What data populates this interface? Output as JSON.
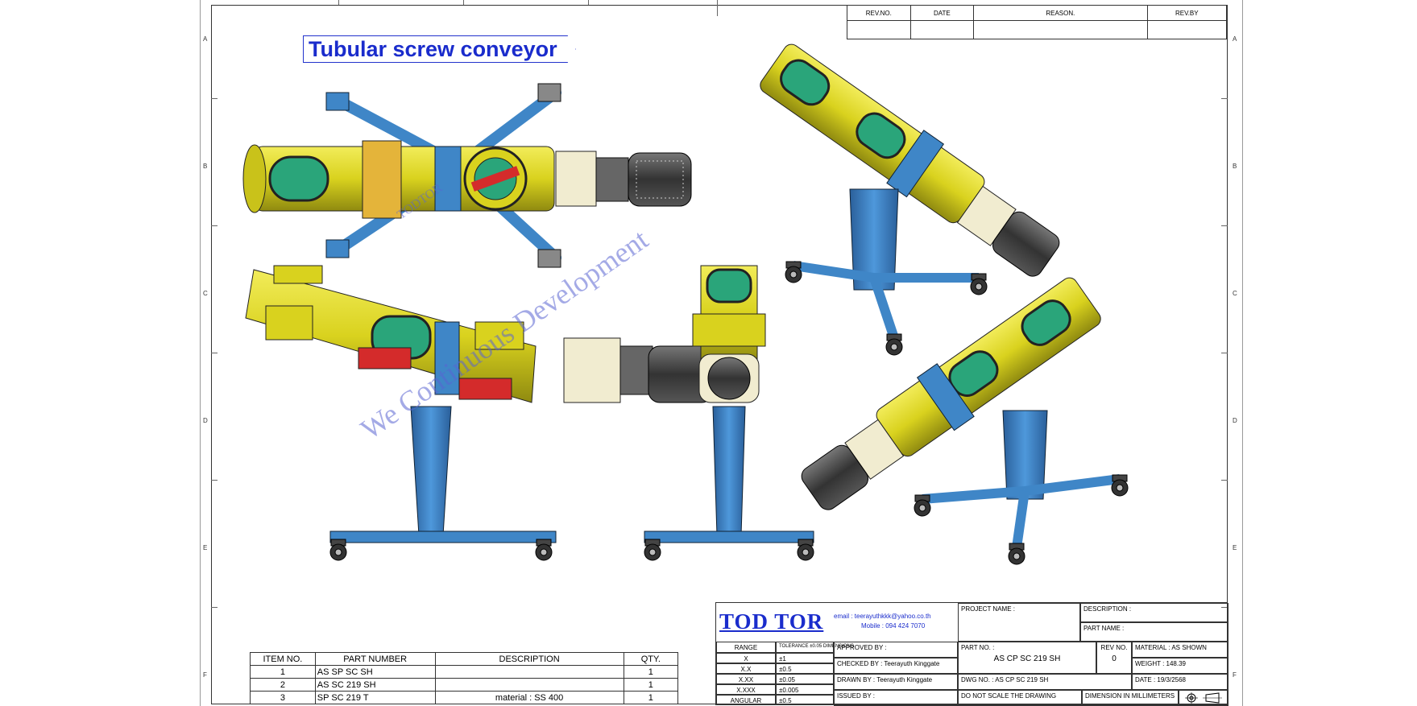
{
  "title": "Tubular screw conveyor",
  "revision_table": {
    "headers": [
      "REV.NO.",
      "DATE",
      "REASON.",
      "REV.BY"
    ]
  },
  "zones_left": [
    "A",
    "B",
    "C",
    "D",
    "E",
    "F"
  ],
  "zones_right": [
    "A",
    "B",
    "C",
    "D",
    "E",
    "F"
  ],
  "bom": {
    "headers": [
      "ITEM NO.",
      "PART NUMBER",
      "DESCRIPTION",
      "QTY."
    ],
    "rows": [
      {
        "item": "1",
        "part": "AS SP SC SH",
        "desc": "",
        "qty": "1"
      },
      {
        "item": "2",
        "part": "AS SC 219 SH",
        "desc": "",
        "qty": "1"
      },
      {
        "item": "3",
        "part": "SP SC 219 T",
        "desc": "material : SS 400",
        "qty": "1"
      }
    ]
  },
  "title_block": {
    "brand": "TOD TOR",
    "email": "email : teerayuthkkk@yahoo.co.th",
    "mobile": "Mobile : 094 424 7070",
    "project_name": "PROJECT NAME :",
    "description": "DESCRIPTION :",
    "part_name": "PART NAME :",
    "range_header": "RANGE",
    "tol_header": "TOLERANCE ±0.05 DIMENSIONS",
    "ranges": [
      "X",
      "X.X",
      "X.XX",
      "X.XXX",
      "ANGULAR"
    ],
    "tolerances": [
      "±1",
      "±0.5",
      "±0.05",
      "±0.005",
      "±0.5"
    ],
    "approved_by": "APPROVED BY :",
    "checked_by": "CHECKED BY : Teerayuth Kinggate",
    "drawn_by": "DRAWN BY : Teerayuth Kinggate",
    "issued_by": "ISSUED BY :",
    "part_no_label": "PART NO. :",
    "part_no": "AS CP SC 219 SH",
    "rev_no_label": "REV NO.",
    "rev_no": "0",
    "material": "MATERIAL : AS SHOWN",
    "weight": "WEIGHT : 148.39",
    "dwg_no": "DWG NO. : AS CP SC 219 SH",
    "date": "DATE : 19/3/2568",
    "do_not_scale": "DO NOT SCALE THE DRAWING",
    "dimension_note": "DIMENSION IN MILLIMETERS"
  },
  "watermark": {
    "main": "We Continuous Development",
    "small": "TODTOR"
  },
  "colors": {
    "tube": "#d9d21e",
    "frame": "#3f86c7",
    "motor": "#4a4a4a",
    "window": "#2aa57a",
    "accent_red": "#d42b2b",
    "brand": "#1a2ccc"
  }
}
